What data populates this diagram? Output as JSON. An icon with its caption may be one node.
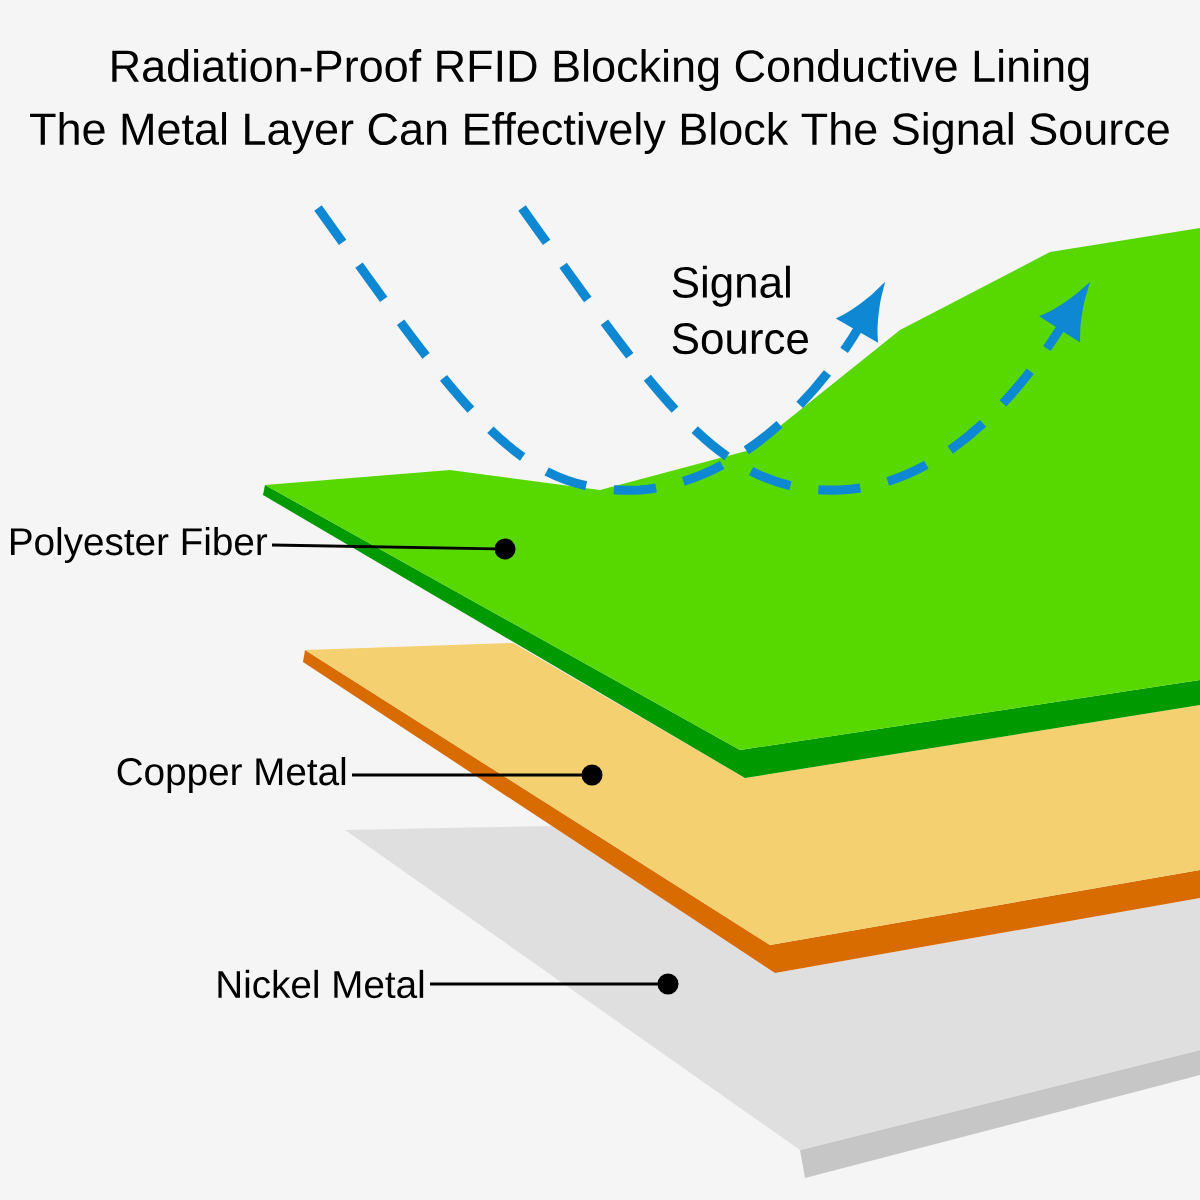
{
  "diagram": {
    "title": "Radiation-Proof RFID Blocking Conductive Lining",
    "nodes": [
      {
        "text": [
          "Polyester Fiber"
        ]
      },
      {
        "text": [
          "Copper Metal"
        ]
      },
      {
        "text": [
          "Nickel Metal"
        ]
      },
      {
        "text": [],
        "shape": "picture"
      },
      {
        "text": [],
        "shape": "picture"
      },
      {
        "text": [],
        "shape": "picture"
      }
    ],
    "edges": [
      {
        "from": 0,
        "to": 3,
        "arrow": "other"
      },
      {
        "from": 1,
        "to": 4,
        "arrow": "other"
      },
      {
        "from": 2,
        "to": 5,
        "arrow": "other"
      }
    ],
    "labels": [
      "The Metal Layer Can Effectively Block The Signal Source",
      "Signal Source"
    ]
  }
}
